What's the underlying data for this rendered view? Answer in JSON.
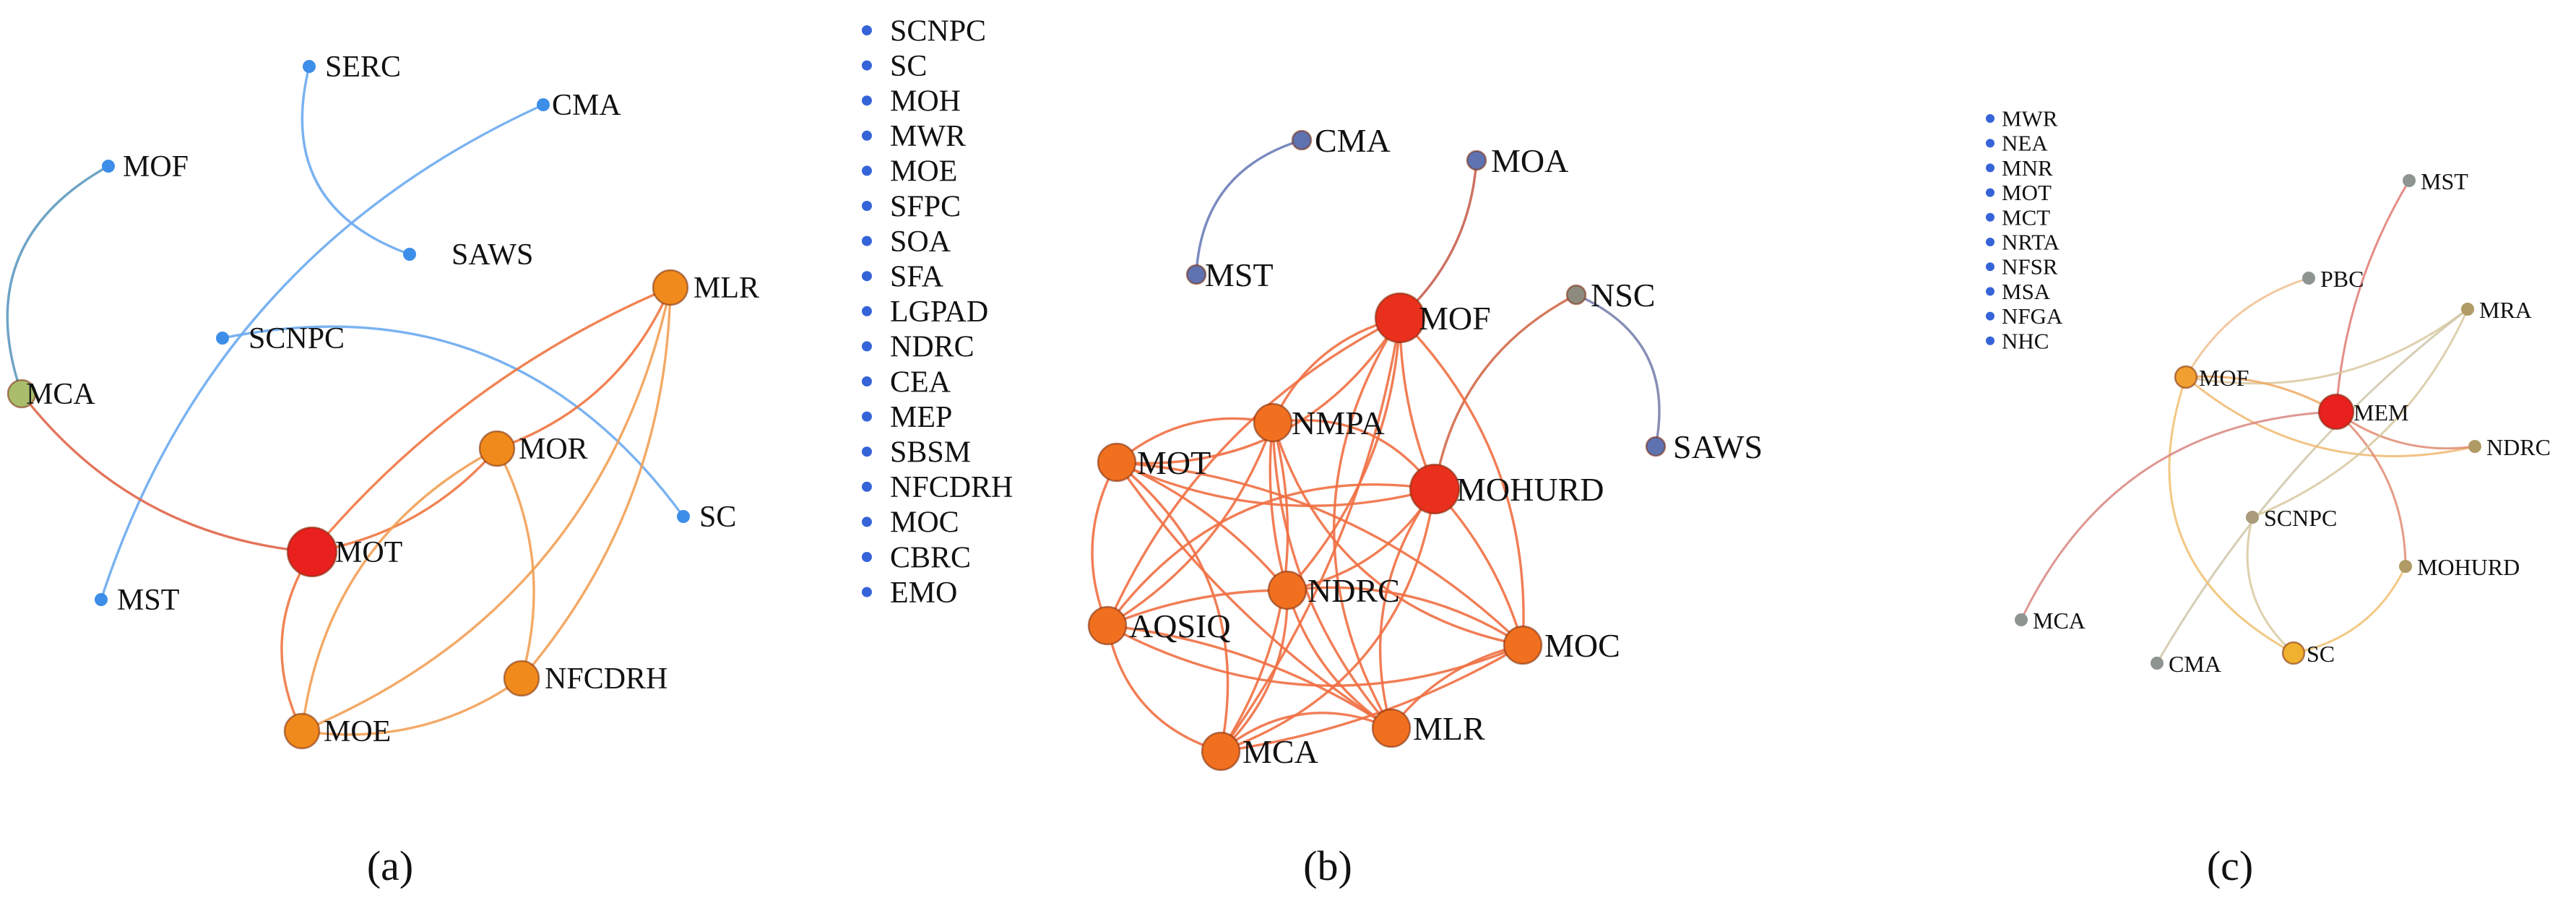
{
  "figure": {
    "panels": [
      {
        "id": "a",
        "label_text": "(a)",
        "isolated_list": [],
        "nodes": [
          {
            "id": "SERC",
            "color": "#3d8ee8",
            "tier": "tiny"
          },
          {
            "id": "CMA",
            "color": "#3d8ee8",
            "tier": "tiny"
          },
          {
            "id": "MOF",
            "color": "#3d8ee8",
            "tier": "tiny"
          },
          {
            "id": "SAWS",
            "color": "#3d8ee8",
            "tier": "tiny"
          },
          {
            "id": "SCNPC",
            "color": "#3d8ee8",
            "tier": "tiny"
          },
          {
            "id": "MLR",
            "color": "#f08a1c",
            "tier": "medium"
          },
          {
            "id": "MCA",
            "color": "#a9bd6d",
            "tier": "small"
          },
          {
            "id": "MOR",
            "color": "#f08a1c",
            "tier": "medium"
          },
          {
            "id": "MOT",
            "color": "#e8201e",
            "tier": "large"
          },
          {
            "id": "SC",
            "color": "#3d8ee8",
            "tier": "tiny"
          },
          {
            "id": "MST",
            "color": "#3d8ee8",
            "tier": "tiny"
          },
          {
            "id": "NFCDRH",
            "color": "#f08a1c",
            "tier": "medium"
          },
          {
            "id": "MOE",
            "color": "#f08a1c",
            "tier": "medium"
          }
        ],
        "edges": [
          {
            "source": "SERC",
            "target": "SAWS",
            "color": "#6aaaf0"
          },
          {
            "source": "CMA",
            "target": "MST",
            "color": "#6aaaf0"
          },
          {
            "source": "MOF",
            "target": "MCA",
            "color": "#5e9ac0"
          },
          {
            "source": "SCNPC",
            "target": "SC",
            "color": "#6aaaf0"
          },
          {
            "source": "MCA",
            "target": "MOT",
            "color": "#e0664a"
          },
          {
            "source": "MOT",
            "target": "MLR",
            "color": "#ef7540"
          },
          {
            "source": "MOT",
            "target": "MOR",
            "color": "#ef7540"
          },
          {
            "source": "MOT",
            "target": "MOE",
            "color": "#ef7540"
          },
          {
            "source": "MOR",
            "target": "MLR",
            "color": "#ef7540"
          },
          {
            "source": "MOR",
            "target": "MOE",
            "color": "#f2a055"
          },
          {
            "source": "MOR",
            "target": "NFCDRH",
            "color": "#f2a055"
          },
          {
            "source": "MLR",
            "target": "MOE",
            "color": "#f2a055"
          },
          {
            "source": "MLR",
            "target": "NFCDRH",
            "color": "#f2a055"
          },
          {
            "source": "MOE",
            "target": "NFCDRH",
            "color": "#f2a055"
          }
        ]
      },
      {
        "id": "b",
        "label_text": "(b)",
        "isolated_list": [
          "SCNPC",
          "SC",
          "MOH",
          "MWR",
          "MOE",
          "SFPC",
          "SOA",
          "SFA",
          "LGPAD",
          "NDRC",
          "CEA",
          "MEP",
          "SBSM",
          "NFCDRH",
          "MOC",
          "CBRC",
          "EMO"
        ],
        "nodes": [
          {
            "id": "CMA",
            "color": "#5f72b0",
            "tier": "small"
          },
          {
            "id": "MOA",
            "color": "#5f72b0",
            "tier": "small"
          },
          {
            "id": "MST",
            "color": "#5f72b0",
            "tier": "small"
          },
          {
            "id": "NSC",
            "color": "#8d8b7e",
            "tier": "small"
          },
          {
            "id": "MOF",
            "color": "#e8301c",
            "tier": "large"
          },
          {
            "id": "SAWS",
            "color": "#5f72b0",
            "tier": "small"
          },
          {
            "id": "NMPA",
            "color": "#f07020",
            "tier": "medium"
          },
          {
            "id": "MOT",
            "color": "#f07020",
            "tier": "medium"
          },
          {
            "id": "MOHURD",
            "color": "#e8301c",
            "tier": "large"
          },
          {
            "id": "NDRC",
            "color": "#f07020",
            "tier": "medium"
          },
          {
            "id": "AQSIQ",
            "color": "#f07020",
            "tier": "medium"
          },
          {
            "id": "MOC",
            "color": "#f07020",
            "tier": "medium"
          },
          {
            "id": "MLR",
            "color": "#f07020",
            "tier": "medium"
          },
          {
            "id": "MCA",
            "color": "#f07020",
            "tier": "medium"
          }
        ],
        "edges": [
          {
            "source": "CMA",
            "target": "MST",
            "color": "#6a7db8"
          },
          {
            "source": "MOA",
            "target": "MOF",
            "color": "#c86050"
          },
          {
            "source": "NSC",
            "target": "SAWS",
            "color": "#7a82ad"
          },
          {
            "source": "NSC",
            "target": "MOHURD",
            "color": "#d26a4a"
          },
          {
            "source": "MOF",
            "target": "NMPA",
            "color": "#ef6f42"
          },
          {
            "source": "MOF",
            "target": "MOT",
            "color": "#ef6f42"
          },
          {
            "source": "MOF",
            "target": "MOHURD",
            "color": "#ef6f42"
          },
          {
            "source": "MOF",
            "target": "NDRC",
            "color": "#ef6f42"
          },
          {
            "source": "MOF",
            "target": "AQSIQ",
            "color": "#ef6f42"
          },
          {
            "source": "MOF",
            "target": "MOC",
            "color": "#ef6f42"
          },
          {
            "source": "MOF",
            "target": "MLR",
            "color": "#ef6f42"
          },
          {
            "source": "MOF",
            "target": "MCA",
            "color": "#ef6f42"
          },
          {
            "source": "NMPA",
            "target": "MOT",
            "color": "#ef6f42"
          },
          {
            "source": "NMPA",
            "target": "MOHURD",
            "color": "#ef6f42"
          },
          {
            "source": "NMPA",
            "target": "NDRC",
            "color": "#ef6f42"
          },
          {
            "source": "NMPA",
            "target": "AQSIQ",
            "color": "#ef6f42"
          },
          {
            "source": "NMPA",
            "target": "MLR",
            "color": "#ef6f42"
          },
          {
            "source": "NMPA",
            "target": "MCA",
            "color": "#ef6f42"
          },
          {
            "source": "NMPA",
            "target": "MOC",
            "color": "#ef6f42"
          },
          {
            "source": "MOT",
            "target": "NDRC",
            "color": "#ef6f42"
          },
          {
            "source": "MOT",
            "target": "AQSIQ",
            "color": "#ef6f42"
          },
          {
            "source": "MOT",
            "target": "MCA",
            "color": "#ef6f42"
          },
          {
            "source": "MOT",
            "target": "MLR",
            "color": "#ef6f42"
          },
          {
            "source": "MOT",
            "target": "MOC",
            "color": "#ef6f42"
          },
          {
            "source": "MOT",
            "target": "MOHURD",
            "color": "#ef6f42"
          },
          {
            "source": "MOHURD",
            "target": "NDRC",
            "color": "#ef6f42"
          },
          {
            "source": "MOHURD",
            "target": "AQSIQ",
            "color": "#ef6f42"
          },
          {
            "source": "MOHURD",
            "target": "MOC",
            "color": "#ef6f42"
          },
          {
            "source": "MOHURD",
            "target": "MLR",
            "color": "#ef6f42"
          },
          {
            "source": "MOHURD",
            "target": "MCA",
            "color": "#ef6f42"
          },
          {
            "source": "NDRC",
            "target": "AQSIQ",
            "color": "#ef6f42"
          },
          {
            "source": "NDRC",
            "target": "MOC",
            "color": "#ef6f42"
          },
          {
            "source": "NDRC",
            "target": "MLR",
            "color": "#ef6f42"
          },
          {
            "source": "NDRC",
            "target": "MCA",
            "color": "#ef6f42"
          },
          {
            "source": "AQSIQ",
            "target": "MCA",
            "color": "#ef6f42"
          },
          {
            "source": "AQSIQ",
            "target": "MLR",
            "color": "#ef6f42"
          },
          {
            "source": "AQSIQ",
            "target": "MOC",
            "color": "#ef6f42"
          },
          {
            "source": "MCA",
            "target": "MLR",
            "color": "#ef6f42"
          },
          {
            "source": "MCA",
            "target": "MOC",
            "color": "#ef6f42"
          },
          {
            "source": "MLR",
            "target": "MOC",
            "color": "#ef6f42"
          }
        ]
      },
      {
        "id": "c",
        "label_text": "(c)",
        "isolated_list": [
          "MWR",
          "NEA",
          "MNR",
          "MOT",
          "MCT",
          "NRTA",
          "NFSR",
          "MSA",
          "NFGA",
          "NHC"
        ],
        "nodes": [
          {
            "id": "MST",
            "color": "#8e9590",
            "tier": "tiny"
          },
          {
            "id": "PBC",
            "color": "#8e9590",
            "tier": "tiny"
          },
          {
            "id": "MRA",
            "color": "#b09a65",
            "tier": "tiny"
          },
          {
            "id": "MOF",
            "color": "#f0a030",
            "tier": "small"
          },
          {
            "id": "MEM",
            "color": "#e8201e",
            "tier": "medium"
          },
          {
            "id": "NDRC",
            "color": "#b09a65",
            "tier": "tiny"
          },
          {
            "id": "SCNPC",
            "color": "#a89a7a",
            "tier": "tiny"
          },
          {
            "id": "MOHURD",
            "color": "#b09a65",
            "tier": "tiny"
          },
          {
            "id": "MCA",
            "color": "#8e9590",
            "tier": "tiny"
          },
          {
            "id": "CMA",
            "color": "#8e9590",
            "tier": "tiny"
          },
          {
            "id": "SC",
            "color": "#f0b030",
            "tier": "small"
          }
        ],
        "edges": [
          {
            "source": "MST",
            "target": "MEM",
            "color": "#e07a72"
          },
          {
            "source": "PBC",
            "target": "MOF",
            "color": "#f0c090"
          },
          {
            "source": "MRA",
            "target": "MOF",
            "color": "#d9c8a0"
          },
          {
            "source": "MRA",
            "target": "CMA",
            "color": "#cfc6a8"
          },
          {
            "source": "MOF",
            "target": "MEM",
            "color": "#f0a860"
          },
          {
            "source": "MOF",
            "target": "SC",
            "color": "#f0c070"
          },
          {
            "source": "MOF",
            "target": "NDRC",
            "color": "#f0b870"
          },
          {
            "source": "MEM",
            "target": "MOHURD",
            "color": "#e08a70"
          },
          {
            "source": "MEM",
            "target": "MCA",
            "color": "#d8857e"
          },
          {
            "source": "MEM",
            "target": "NDRC",
            "color": "#e08a70"
          },
          {
            "source": "SCNPC",
            "target": "SC",
            "color": "#d8c8a0"
          },
          {
            "source": "SCNPC",
            "target": "MRA",
            "color": "#d8c8a0"
          },
          {
            "source": "MOHURD",
            "target": "SC",
            "color": "#f0c070"
          }
        ]
      }
    ]
  }
}
